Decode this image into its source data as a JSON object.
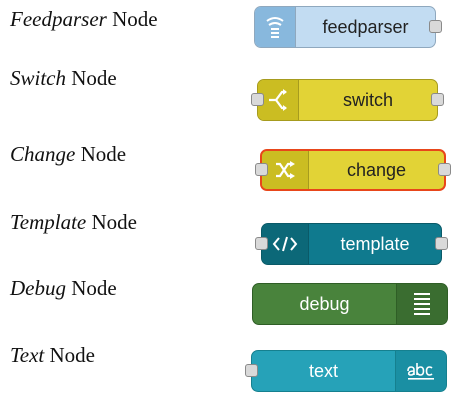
{
  "labels": [
    {
      "italic": "Feedparser",
      "rest": " Node"
    },
    {
      "italic": "Switch",
      "rest": " Node"
    },
    {
      "italic": "Change",
      "rest": " Node"
    },
    {
      "italic": "Template",
      "rest": " Node"
    },
    {
      "italic": "Debug",
      "rest": " Node"
    },
    {
      "italic": "Text",
      "rest": " Node"
    }
  ],
  "nodes": {
    "feedparser": {
      "label": "feedparser",
      "icon": "feed-icon",
      "color": "#c2dcf2",
      "ports": [
        "output"
      ]
    },
    "switch": {
      "label": "switch",
      "icon": "switch-icon",
      "color": "#e2d336",
      "ports": [
        "input",
        "output"
      ]
    },
    "change": {
      "label": "change",
      "icon": "shuffle-icon",
      "color": "#e2d336",
      "highlight": "#e8461a",
      "ports": [
        "input",
        "output"
      ]
    },
    "template": {
      "label": "template",
      "icon": "code-icon",
      "color": "#0f7a8e",
      "ports": [
        "input",
        "output"
      ]
    },
    "debug": {
      "label": "debug",
      "icon": "list-icon",
      "color": "#49833c",
      "ports": []
    },
    "text": {
      "label": "text",
      "icon": "abc-icon",
      "color": "#26a2b8",
      "ports": [
        "input"
      ]
    }
  }
}
